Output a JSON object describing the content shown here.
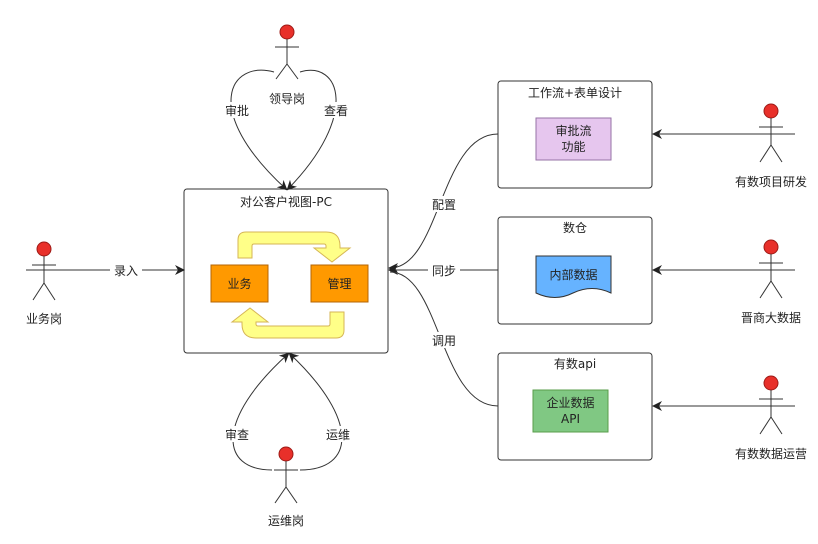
{
  "main_box": {
    "title": "对公客户视图-PC",
    "business_label": "业务",
    "management_label": "管理"
  },
  "actors": {
    "leader": "领导岗",
    "business": "业务岗",
    "ops": "运维岗",
    "research": "有数项目研发",
    "jinshang": "晋商大数据",
    "yoshu_ops": "有数数据运营"
  },
  "systems": {
    "workflow": {
      "title": "工作流+表单设计",
      "inner_line1": "审批流",
      "inner_line2": "功能"
    },
    "warehouse": {
      "title": "数仓",
      "inner": "内部数据"
    },
    "api": {
      "title": "有数api",
      "inner_line1": "企业数据",
      "inner_line2": "API"
    }
  },
  "edges": {
    "approve": "审批",
    "view": "查看",
    "input": "录入",
    "audit": "审查",
    "maintain": "运维",
    "configure": "配置",
    "sync": "同步",
    "invoke": "调用"
  },
  "colors": {
    "actor_head": "#e8302a",
    "business_fill": "#ff9900",
    "management_fill": "#ff9900",
    "workflow_inner_fill": "#e6c6ee",
    "warehouse_inner_fill": "#66b3ff",
    "api_inner_fill": "#80c883",
    "cycle_arrow_fill": "#ffff88",
    "cycle_arrow_stroke": "#d6b656"
  }
}
